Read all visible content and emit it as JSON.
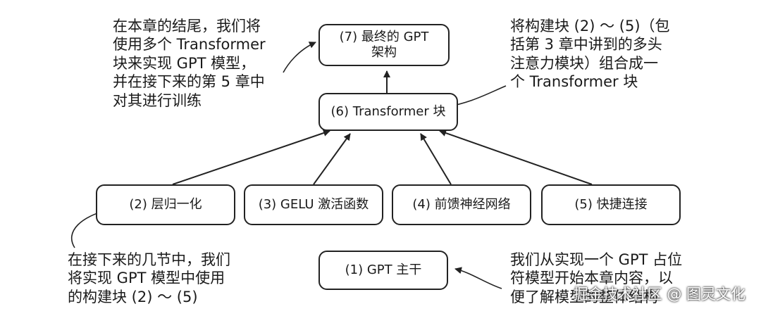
{
  "boxes": {
    "gpt_arch": "(7) 最终的 GPT\n架构",
    "transformer": "(6) Transformer 块",
    "layernorm": "(2) 层归一化",
    "gelu": "(3) GELU 激活函数",
    "ffn": "(4) 前馈神经网络",
    "shortcut": "(5) 快捷连接",
    "backbone": "(1) GPT 主干"
  },
  "notes": {
    "top_left": "在本章的结尾，我们将\n使用多个 Transformer\n块来实现 GPT 模型，\n并在接下来的第 5 章中\n对其进行训练",
    "top_right": "将构建块 (2) ～ (5)（包\n括第 3 章中讲到的多头\n注意力模块）组合成一\n个 Transformer 块",
    "bottom_left": "在接下来的几节中，我们\n将实现 GPT 模型中使用\n的构建块 (2) ～ (5)",
    "bottom_right": "我们从实现一个 GPT 占位\n符模型开始本章内容，以\n便了解模型的整体结构"
  },
  "watermark": "掘金技术社区 @ 图灵文化"
}
